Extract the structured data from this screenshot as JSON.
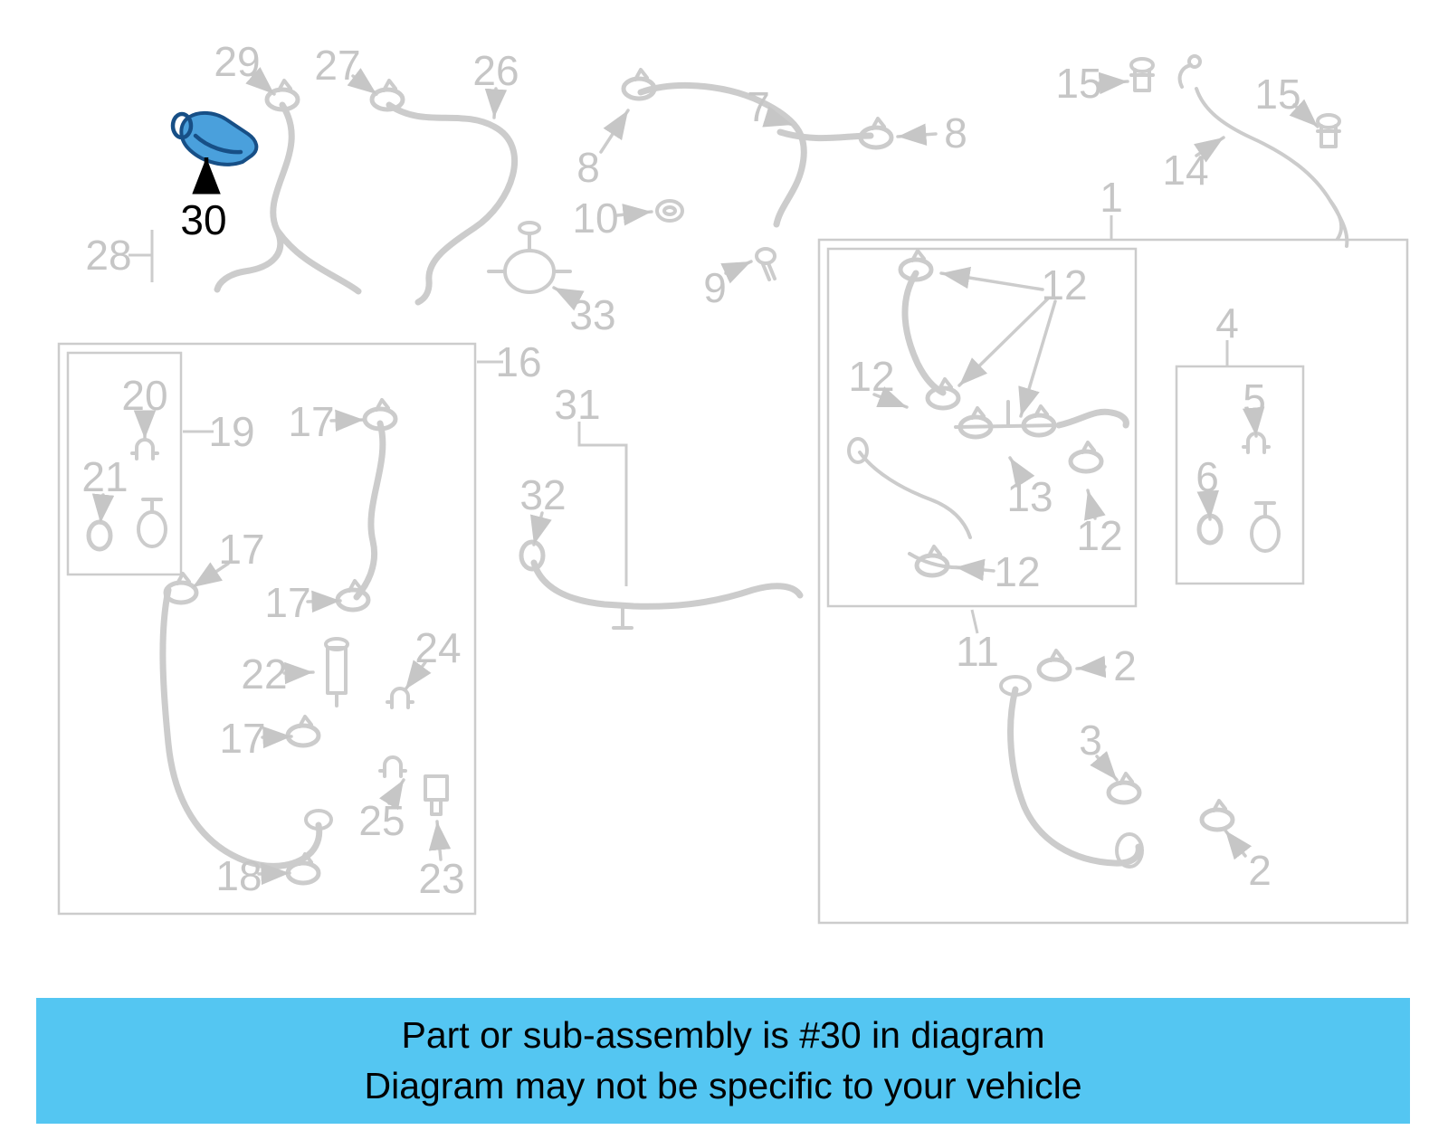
{
  "colors": {
    "banner-bg": "#54c6f2",
    "label-gray": "#c6c6c6",
    "line-gray": "#cccccc",
    "label-black": "#000000",
    "highlight-fill": "#4aa0dc",
    "highlight-stroke": "#174f86"
  },
  "banner": {
    "line1": "Part or sub-assembly is #30 in diagram",
    "line2": "Diagram may not be specific to your vehicle"
  },
  "highlight": {
    "part_number": "30"
  },
  "diagram": {
    "description": "Automotive cooling system hoses and clamps parts diagram, part 30 highlighted",
    "labels": [
      {
        "text": "29"
      },
      {
        "text": "27"
      },
      {
        "text": "26"
      },
      {
        "text": "7"
      },
      {
        "text": "8"
      },
      {
        "text": "8"
      },
      {
        "text": "15"
      },
      {
        "text": "15"
      },
      {
        "text": "14"
      },
      {
        "text": "1"
      },
      {
        "text": "10"
      },
      {
        "text": "9"
      },
      {
        "text": "33"
      },
      {
        "text": "28"
      },
      {
        "text": "16"
      },
      {
        "text": "31"
      },
      {
        "text": "32"
      },
      {
        "text": "20"
      },
      {
        "text": "21"
      },
      {
        "text": "19"
      },
      {
        "text": "17"
      },
      {
        "text": "17"
      },
      {
        "text": "17"
      },
      {
        "text": "22"
      },
      {
        "text": "24"
      },
      {
        "text": "17"
      },
      {
        "text": "25"
      },
      {
        "text": "18"
      },
      {
        "text": "23"
      },
      {
        "text": "12"
      },
      {
        "text": "12"
      },
      {
        "text": "13"
      },
      {
        "text": "12"
      },
      {
        "text": "12"
      },
      {
        "text": "4"
      },
      {
        "text": "5"
      },
      {
        "text": "6"
      },
      {
        "text": "11"
      },
      {
        "text": "2"
      },
      {
        "text": "3"
      },
      {
        "text": "2"
      }
    ]
  }
}
